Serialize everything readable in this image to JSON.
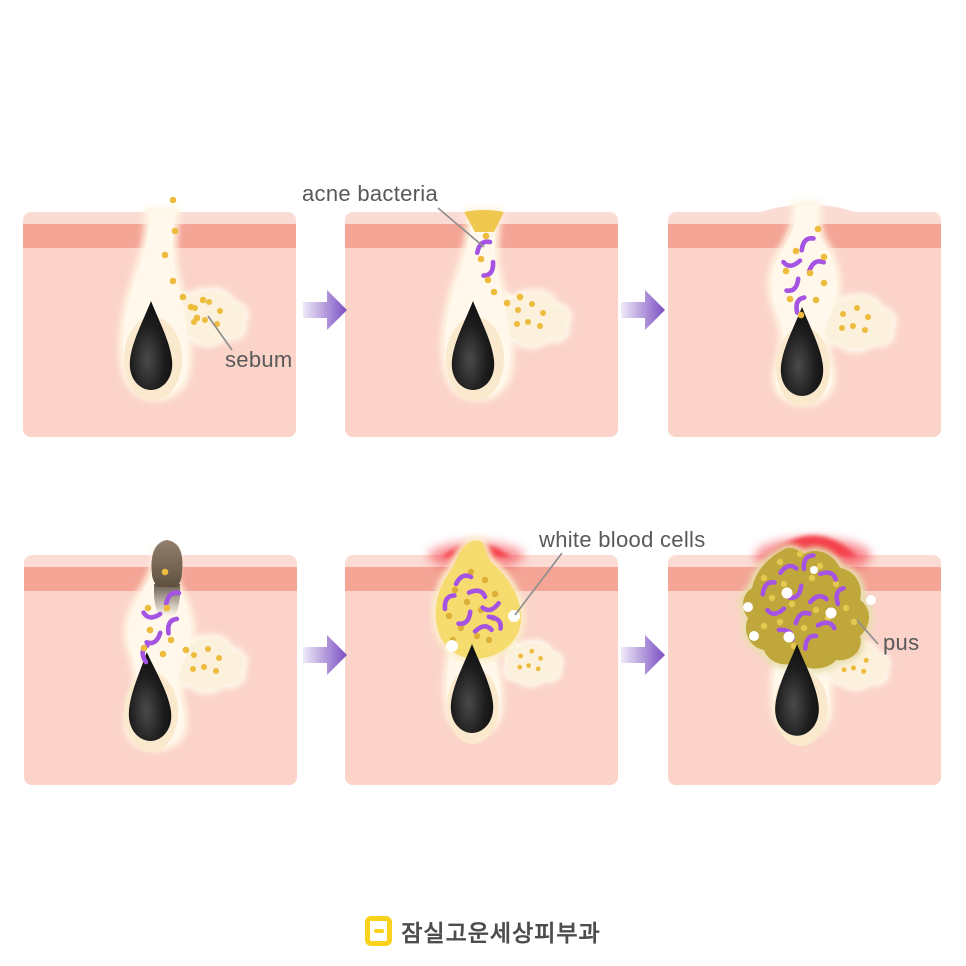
{
  "labels": {
    "sebum": "sebum",
    "acne_bacteria": "acne bacteria",
    "white_blood_cells": "white blood cells",
    "pus": "pus"
  },
  "footer": {
    "clinic_name": "잠실고운세상피부과"
  },
  "colors": {
    "background": "#FFFFFF",
    "skin_light": "#FBDCD4",
    "skin_band": "#F4A596",
    "skin_body": "#FBD3C9",
    "follicle_white": "#FFF8EB",
    "follicle_inner": "#FAE9CC",
    "gland_cream": "#FCF1DC",
    "sebum_yellow": "#EEBC3D",
    "plug_yellow": "#F1C84F",
    "bacteria_purple": "#A553E2",
    "blackhead_brown": "#8A7765",
    "inflammation_red": "#F5414B",
    "pus_light": "#F6DB6E",
    "pus_dot_light": "#DCAF36",
    "pus_dark": "#C0A73C",
    "pus_dot_dark": "#E4C84F",
    "wbc_white": "#FFFFFF",
    "arrow_light": "#EFEAF8",
    "arrow_dark": "#7B4EC1",
    "label_gray": "#595959",
    "leader_gray": "#8F8F8F",
    "logo_yellow": "#F8D21C",
    "logo_text": "#4D4D4D"
  }
}
